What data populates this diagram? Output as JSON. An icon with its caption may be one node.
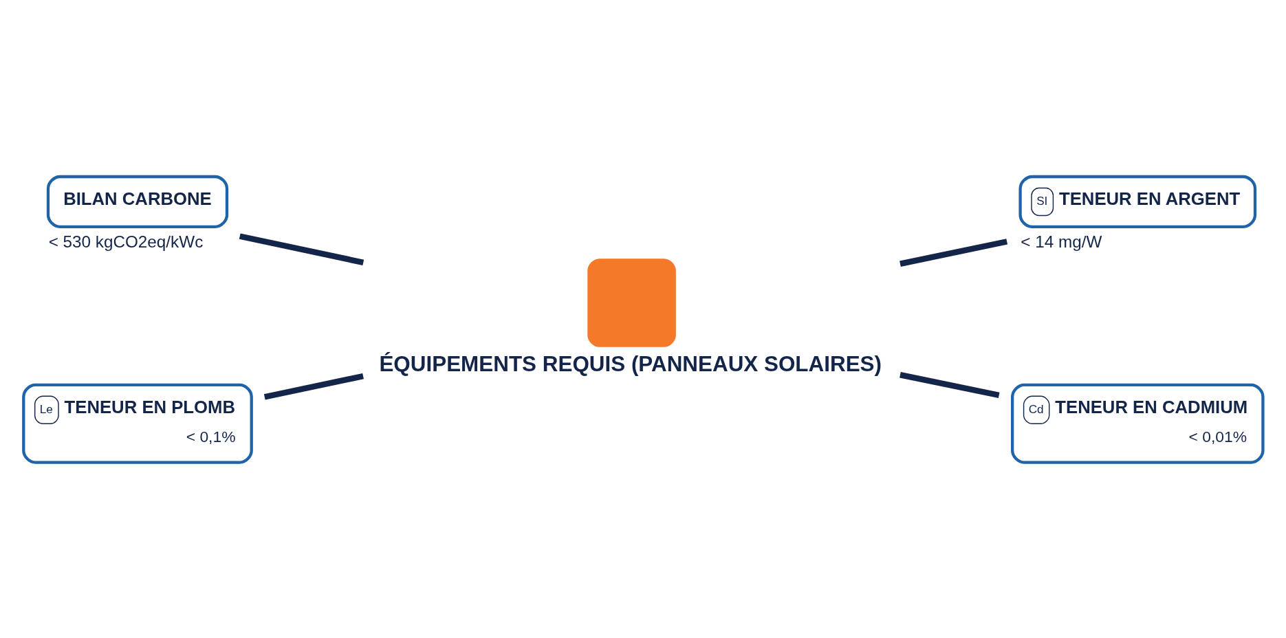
{
  "diagram": {
    "nodes": [
      {
        "text": [
          "BILAN CARBONE"
        ],
        "beside": [
          "< 530 kgCO2eq/kWc"
        ]
      },
      {
        "text": [
          "SI",
          "TENEUR EN ARGENT"
        ],
        "beside": [
          "< 14 mg/W"
        ]
      },
      {
        "text": [
          "ÉQUIPEMENTS REQUIS (PANNEAUX SOLAIRES)"
        ]
      },
      {
        "text": [
          "Le",
          "TENEUR EN PLOMB",
          "< 0,1%"
        ]
      },
      {
        "text": [
          "Cd",
          "TENEUR EN CADMIUM",
          "< 0,01%"
        ]
      }
    ],
    "edges": [
      {
        "from": 0,
        "to": 2,
        "arrow": "none"
      },
      {
        "from": 2,
        "to": 1,
        "arrow": "none"
      },
      {
        "from": 3,
        "to": 2,
        "arrow": "none"
      },
      {
        "from": 2,
        "to": 4,
        "arrow": "none"
      }
    ]
  }
}
